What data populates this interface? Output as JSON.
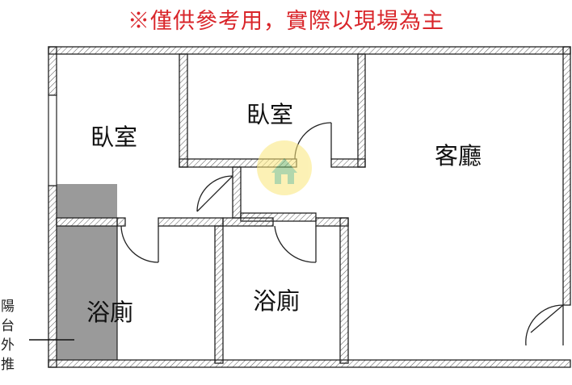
{
  "disclaimer": "※僅供參考用，實際以現場為主",
  "rooms": {
    "bedroom_left": "臥室",
    "bedroom_center": "臥室",
    "living_room": "客廳",
    "bathroom_left": "浴廁",
    "bathroom_center": "浴廁"
  },
  "side_note": [
    "陽",
    "台",
    "外",
    "推"
  ],
  "colors": {
    "wall_outline": "#222222",
    "wall_fill": "#ffffff",
    "shaded_area": "#9a9a9a",
    "disclaimer_text": "#d9252a"
  },
  "watermark_icon": "house-logo-icon"
}
